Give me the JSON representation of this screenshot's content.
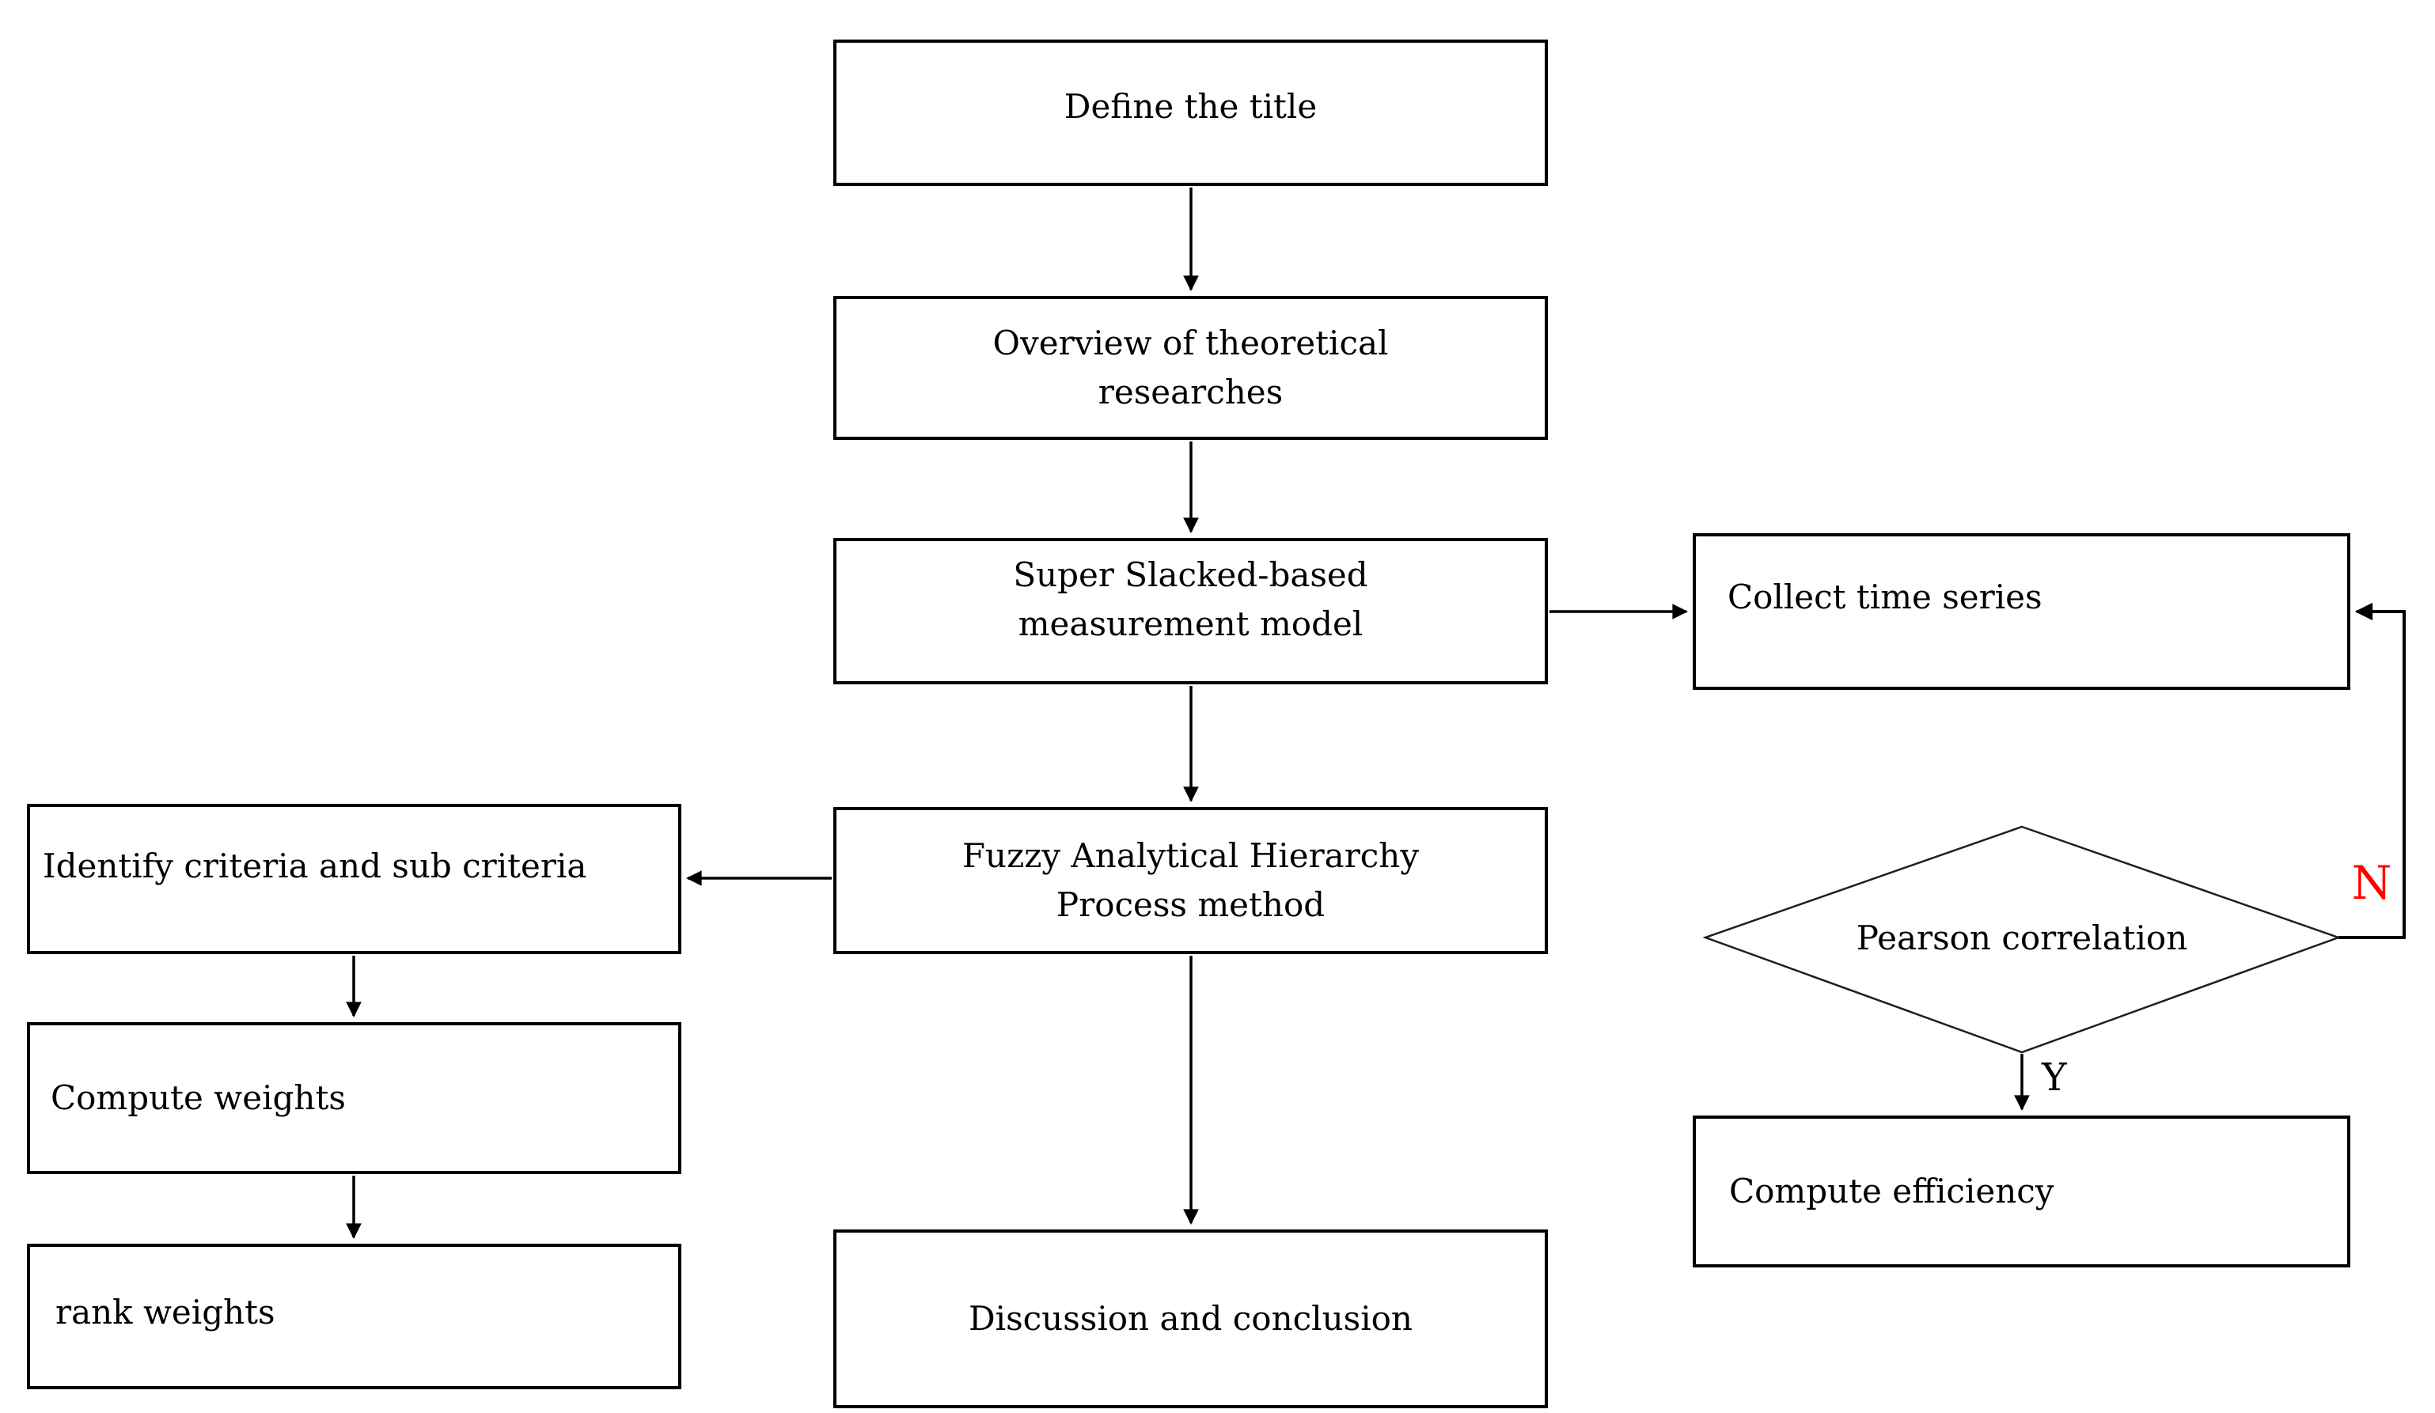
{
  "nodes": {
    "define_title": {
      "label": "Define the title"
    },
    "overview": {
      "label": "Overview of theoretical researches"
    },
    "super_sbm": {
      "label": "Super Slacked-based measurement model"
    },
    "fuzzy_ahp": {
      "label": "Fuzzy Analytical Hierarchy Process method"
    },
    "discussion": {
      "label": "Discussion and conclusion"
    },
    "identify_criteria": {
      "label": "Identify criteria and sub criteria"
    },
    "compute_weights": {
      "label": "Compute weights"
    },
    "rank_weights": {
      "label": "rank weights"
    },
    "collect_time_series": {
      "label": "Collect time series"
    },
    "pearson_correlation": {
      "label": "Pearson correlation"
    },
    "compute_efficiency": {
      "label": "Compute efficiency"
    }
  },
  "edge_labels": {
    "no": "N",
    "yes": "Y"
  },
  "colors": {
    "line": "#000000",
    "box_border": "#000000",
    "text": "#000000",
    "no_label": "#fe0000",
    "yes_label": "#000000",
    "background": "#ffffff"
  }
}
